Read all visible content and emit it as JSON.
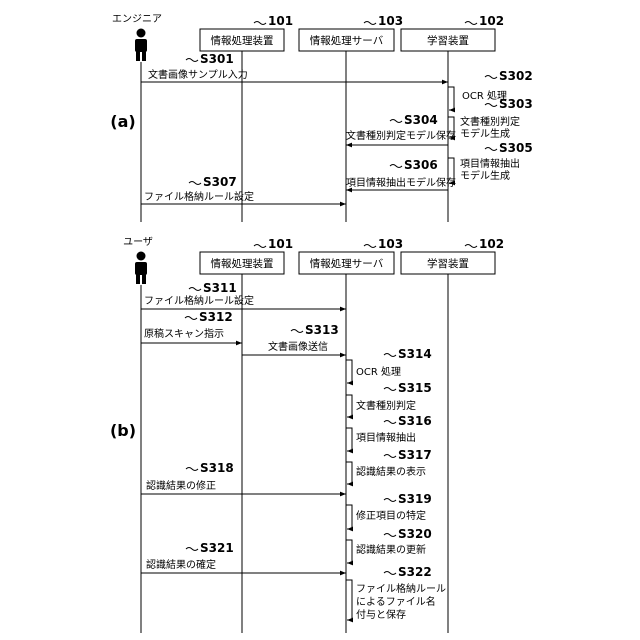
{
  "actors": {
    "a": "エンジニア",
    "b": "ユーザ"
  },
  "participants": {
    "p101": {
      "label": "情報処理装置",
      "ref": "101"
    },
    "p103": {
      "label": "情報処理サーバ",
      "ref": "103"
    },
    "p102": {
      "label": "学習装置",
      "ref": "102"
    }
  },
  "panels": {
    "a": "(a)",
    "b": "(b)"
  },
  "steps": {
    "S301": {
      "id": "S301",
      "label": [
        "文書画像サンプル入力"
      ]
    },
    "S302": {
      "id": "S302",
      "label": [
        "OCR 処理"
      ]
    },
    "S303": {
      "id": "S303",
      "label": [
        "文書種別判定",
        "モデル生成"
      ]
    },
    "S304": {
      "id": "S304",
      "label": [
        "文書種別判定モデル保存"
      ]
    },
    "S305": {
      "id": "S305",
      "label": [
        "項目情報抽出",
        "モデル生成"
      ]
    },
    "S306": {
      "id": "S306",
      "label": [
        "項目情報抽出モデル保存"
      ]
    },
    "S307": {
      "id": "S307",
      "label": [
        "ファイル格納ルール設定"
      ]
    },
    "S311": {
      "id": "S311",
      "label": [
        "ファイル格納ルール設定"
      ]
    },
    "S312": {
      "id": "S312",
      "label": [
        "原稿スキャン指示"
      ]
    },
    "S313": {
      "id": "S313",
      "label": [
        "文書画像送信"
      ]
    },
    "S314": {
      "id": "S314",
      "label": [
        "OCR 処理"
      ]
    },
    "S315": {
      "id": "S315",
      "label": [
        "文書種別判定"
      ]
    },
    "S316": {
      "id": "S316",
      "label": [
        "項目情報抽出"
      ]
    },
    "S317": {
      "id": "S317",
      "label": [
        "認識結果の表示"
      ]
    },
    "S318": {
      "id": "S318",
      "label": [
        "認識結果の修正"
      ]
    },
    "S319": {
      "id": "S319",
      "label": [
        "修正項目の特定"
      ]
    },
    "S320": {
      "id": "S320",
      "label": [
        "認識結果の更新"
      ]
    },
    "S321": {
      "id": "S321",
      "label": [
        "認識結果の確定"
      ]
    },
    "S322": {
      "id": "S322",
      "label": [
        "ファイル格納ルール",
        "によるファイル名",
        "付与と保存"
      ]
    }
  }
}
